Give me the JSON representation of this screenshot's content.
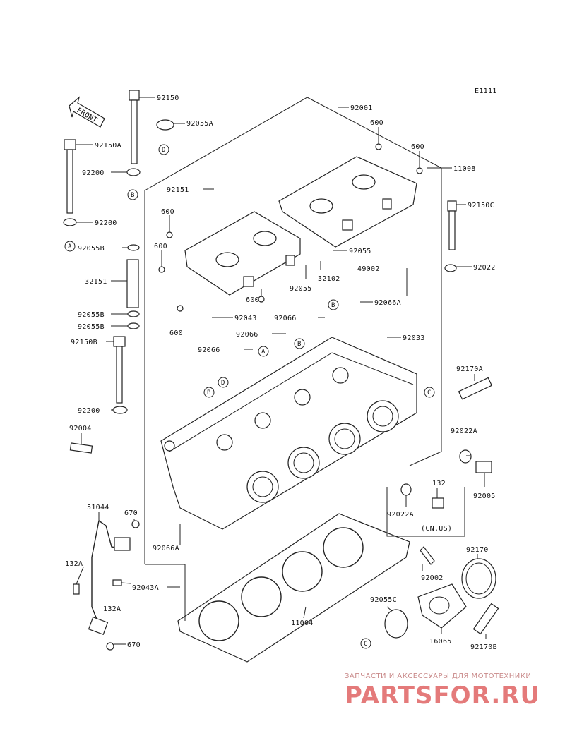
{
  "diagram": {
    "code": "E1111",
    "front_label": "FRONT",
    "region_note": "(CN,US)",
    "circle_markers": [
      "A",
      "B",
      "C",
      "D"
    ],
    "part_labels": [
      "92150",
      "92055A",
      "92150A",
      "92200",
      "92151",
      "92200",
      "92055B",
      "32151",
      "92055B",
      "92055B",
      "92150B",
      "92200",
      "92004",
      "51044",
      "670",
      "132A",
      "132A",
      "670",
      "92043A",
      "92066A",
      "92001",
      "600",
      "600",
      "11008",
      "600",
      "600",
      "600",
      "600",
      "92055",
      "32102",
      "92055",
      "49002",
      "92043",
      "92066",
      "92066A",
      "92066",
      "92066",
      "92033",
      "92150C",
      "92022",
      "92170A",
      "92022A",
      "132",
      "92005",
      "92022A",
      "92002",
      "92170",
      "92055C",
      "11004",
      "16065",
      "92170B"
    ]
  },
  "watermark": {
    "caption": "ЗАПЧАСТИ И АКСЕССУАРЫ ДЛЯ МОТОТЕХНИКИ",
    "brand": "PARTSFOR.RU"
  }
}
